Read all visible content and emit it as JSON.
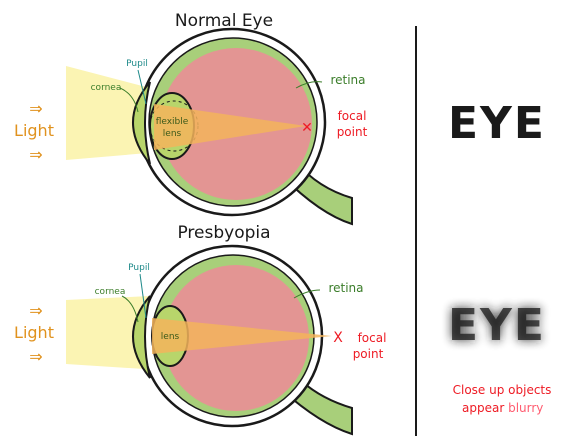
{
  "panels": {
    "normal": {
      "title": "Normal Eye",
      "light": "Light",
      "arrow": "⇒",
      "labels": {
        "pupil": "Pupil",
        "cornea": "cornea",
        "lens_line1": "flexible",
        "lens_line2": "lens",
        "retina": "retina",
        "focal_line1": "focal",
        "focal_line2": "point",
        "focal_mark": "✕"
      }
    },
    "presbyopia": {
      "title": "Presbyopia",
      "light": "Light",
      "arrow": "⇒",
      "labels": {
        "pupil": "Pupil",
        "cornea": "cornea",
        "lens": "lens",
        "retina": "retina",
        "focal_mark": "X",
        "focal_line1": "focal",
        "focal_line2": "point"
      }
    }
  },
  "right_panel": {
    "sharp_word": "EYE",
    "blurry_word": "EYE",
    "caption_line1": "Close up objects",
    "caption_line2_prefix": "appear ",
    "caption_blurry": "blurry"
  },
  "colors": {
    "ink": "#1a1a1a",
    "sclera_green": "#a8cf7a",
    "vitreous_pink": "#e39593",
    "lens_green": "#b8d56b",
    "light_beam": "#fbf4b3",
    "focus_cone": "#f3b45c",
    "light_text": "#e0921e",
    "focal_red": "#ee1b24",
    "label_green": "#3b7d2a",
    "pupil_teal": "#1f8a8a"
  }
}
